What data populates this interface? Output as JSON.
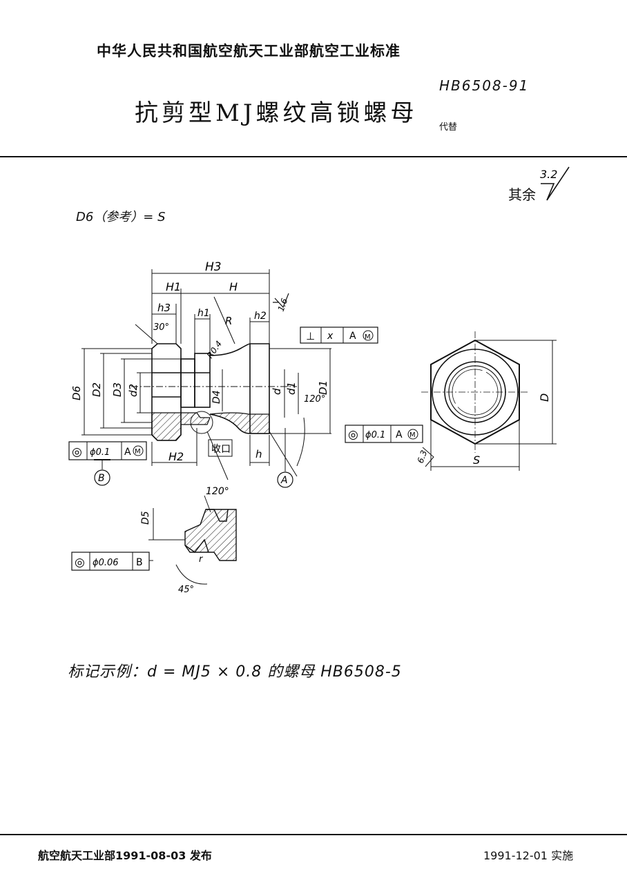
{
  "header": {
    "organization": "中华人民共和国航空航天工业部航空工业标准",
    "title": "抗剪型MJ螺纹高锁螺母",
    "standard_no": "HB6508-91",
    "replaces": "代替"
  },
  "surface_finish": {
    "prefix": "其余",
    "value": "3.2"
  },
  "note_d6": "D6（参考）= S",
  "drawing": {
    "dim_H3": "H3",
    "dim_H1": "H1",
    "dim_H": "H",
    "dim_h3": "h3",
    "dim_h1": "h1",
    "dim_h2": "h2",
    "dim_R": "R",
    "dim_R04": "R0.4",
    "angle_30": "30°",
    "finish_16": "1.6",
    "dim_D6": "D6",
    "dim_D2": "D2",
    "dim_D3": "D3",
    "dim_d2": "d2",
    "dim_D4": "D4",
    "dim_d": "d",
    "dim_d1": "d1",
    "angle_120": "120°",
    "dim_D1": "D1",
    "dim_H2": "H2",
    "shoukou": "收口",
    "dim_h": "h",
    "datum_A": "A",
    "datum_B": "B",
    "dim_D": "D",
    "dim_S": "S",
    "finish_63": "6.3",
    "detail_angle_120": "120°",
    "dim_D5": "D5",
    "dim_r": "r",
    "angle_45": "45°",
    "tol_perp": {
      "symbol": "⊥",
      "value": "x",
      "datum": "A",
      "mod": "M"
    },
    "tol_conc_right": {
      "symbol": "◎",
      "value": "ϕ0.1",
      "datum": "A",
      "mod": "M"
    },
    "tol_conc_left": {
      "symbol": "◎",
      "value": "ϕ0.1",
      "datum": "A",
      "mod": "M"
    },
    "tol_conc_detail": {
      "symbol": "◎",
      "value": "ϕ0.06",
      "datum": "B"
    }
  },
  "marking_example": "标记示例：d = MJ5 × 0.8 的螺母 HB6508-5",
  "footer": {
    "issued": "航空航天工业部1991-08-03 发布",
    "implemented": "1991-12-01 实施"
  }
}
